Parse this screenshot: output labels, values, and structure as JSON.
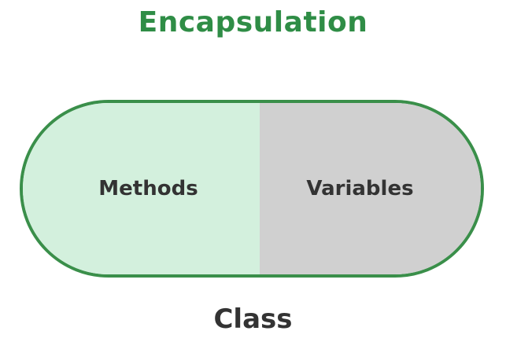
{
  "title": "Encapsulation",
  "capsule": {
    "left_label": "Methods",
    "right_label": "Variables",
    "left_color": "#d3f0dd",
    "right_color": "#d0d0d0",
    "border_color": "#3a8f4a"
  },
  "caption": "Class",
  "colors": {
    "title": "#2f8d46",
    "text": "#333333"
  }
}
